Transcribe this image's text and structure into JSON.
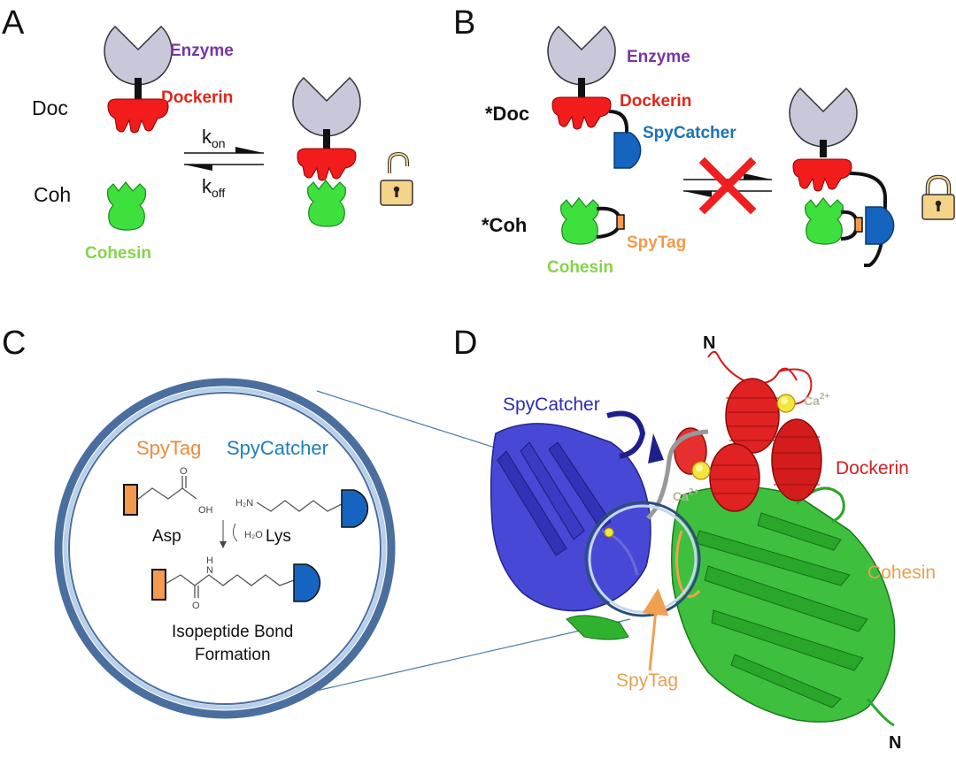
{
  "panels": {
    "a": {
      "letter": "A",
      "enzyme": "Enzyme",
      "dockerin": "Dockerin",
      "doc": "Doc",
      "coh": "Coh",
      "cohesin": "Cohesin",
      "k": "k",
      "k_on_sub": "on",
      "k_off_sub": "off"
    },
    "b": {
      "letter": "B",
      "enzyme": "Enzyme",
      "dockerin": "Dockerin",
      "doc": "*Doc",
      "spycatcher": "SpyCatcher",
      "coh": "*Coh",
      "spytag": "SpyTag",
      "cohesin": "Cohesin"
    },
    "c": {
      "letter": "C",
      "spytag": "SpyTag",
      "spycatcher": "SpyCatcher",
      "oh": "OH",
      "o": "O",
      "h2n": "H₂N",
      "asp": "Asp",
      "h2o": "H₂O",
      "lys": "Lys",
      "h": "H",
      "n": "N",
      "bond_line1": "Isopeptide Bond",
      "bond_line2": "Formation"
    },
    "d": {
      "letter": "D",
      "n_top": "N",
      "spycatcher": "SpyCatcher",
      "ca": "Ca",
      "ca_sup": "2+",
      "dockerin": "Dockerin",
      "cohesin": "Cohesin",
      "spytag": "SpyTag",
      "n_bottom": "N"
    }
  },
  "colors": {
    "enzyme_fill": "#c9c7da",
    "dockerin_red": "#f21c1c",
    "cohesin_green": "#3ee03e",
    "spycatcher_blue": "#1565c0",
    "spytag_orange": "#f39a50",
    "lock_fill": "#f5d48a"
  }
}
